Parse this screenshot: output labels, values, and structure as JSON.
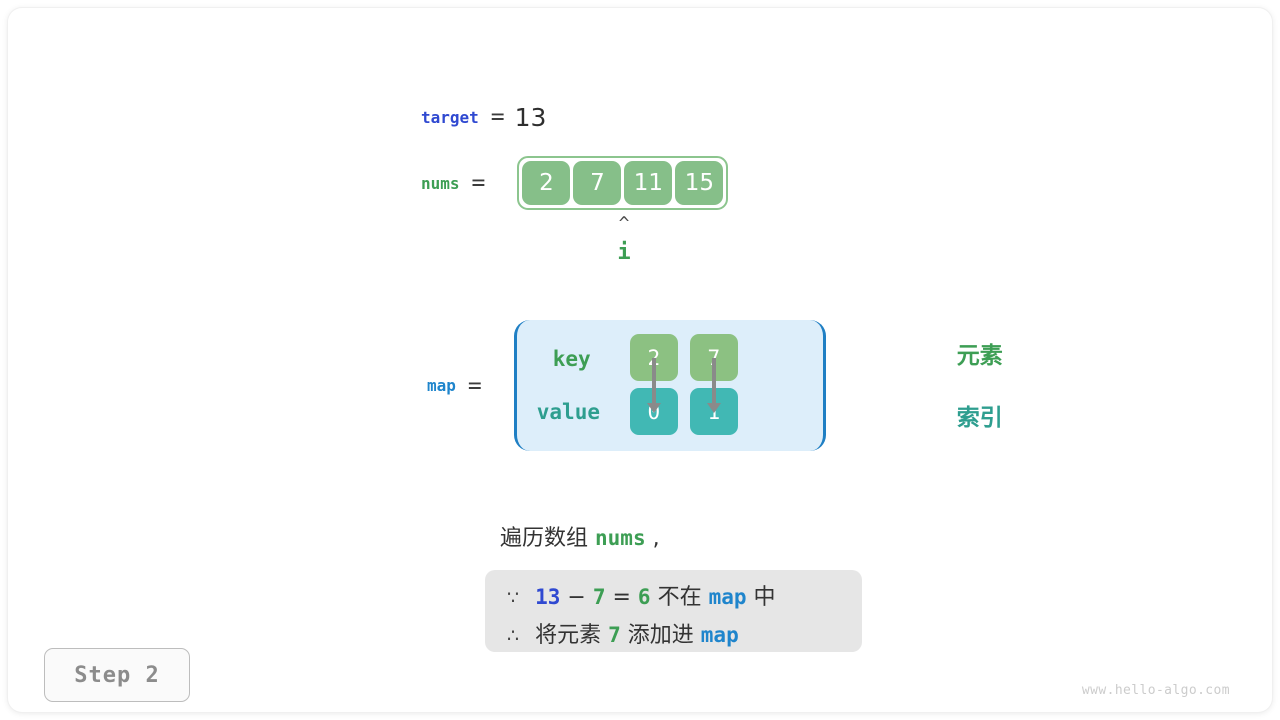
{
  "step": {
    "label": "Step 2"
  },
  "watermark": "www.hello-algo.com",
  "target": {
    "name": "target",
    "equals": "=",
    "value": "13"
  },
  "nums": {
    "name": "nums",
    "equals": "=",
    "values": [
      "2",
      "7",
      "11",
      "15"
    ]
  },
  "pointer": {
    "caret": "^",
    "label": "i",
    "index": 1
  },
  "map": {
    "name": "map",
    "equals": "=",
    "key_label": "key",
    "value_label": "value",
    "entries": [
      {
        "key": "2",
        "value": "0"
      },
      {
        "key": "7",
        "value": "1"
      }
    ],
    "side_labels": {
      "element": "元素",
      "index": "索引"
    }
  },
  "narration": {
    "prefix": "遍历数组",
    "array_name": "nums",
    "suffix": ","
  },
  "note": {
    "line1": {
      "symbol": "∵",
      "target_value": "13",
      "minus": "−",
      "current_value": "7",
      "equals": "=",
      "difference": "6",
      "not_in": "不在",
      "map_name": "map",
      "tail": "中"
    },
    "line2": {
      "symbol": "∴",
      "action": "将元素",
      "element": "7",
      "verb": "添加进",
      "map_name": "map"
    }
  },
  "colors": {
    "target_blue": "#2f49d1",
    "nums_green": "#3d9e54",
    "map_blue": "#1f85cc",
    "cell_green": "#86bf89",
    "key_green": "#8cc182",
    "value_teal": "#41b8b4",
    "map_bg": "#ddeefa",
    "map_border": "#1f7fc4",
    "note_bg": "#e6e6e6"
  }
}
